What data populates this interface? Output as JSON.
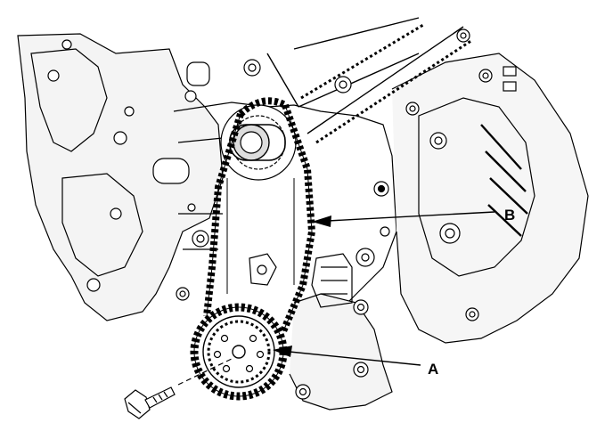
{
  "diagram": {
    "callouts": [
      {
        "id": "A",
        "text": "A",
        "target": "oil-pump-sprocket"
      },
      {
        "id": "B",
        "text": "B",
        "target": "oil-pump-chain"
      }
    ],
    "colors": {
      "ink": "#000000",
      "paper": "#ffffff",
      "engine_gray": "#cfcfcf"
    },
    "icons": [
      "bolt-icon",
      "sprocket-icon",
      "chain-icon",
      "arrow-icon"
    ]
  }
}
